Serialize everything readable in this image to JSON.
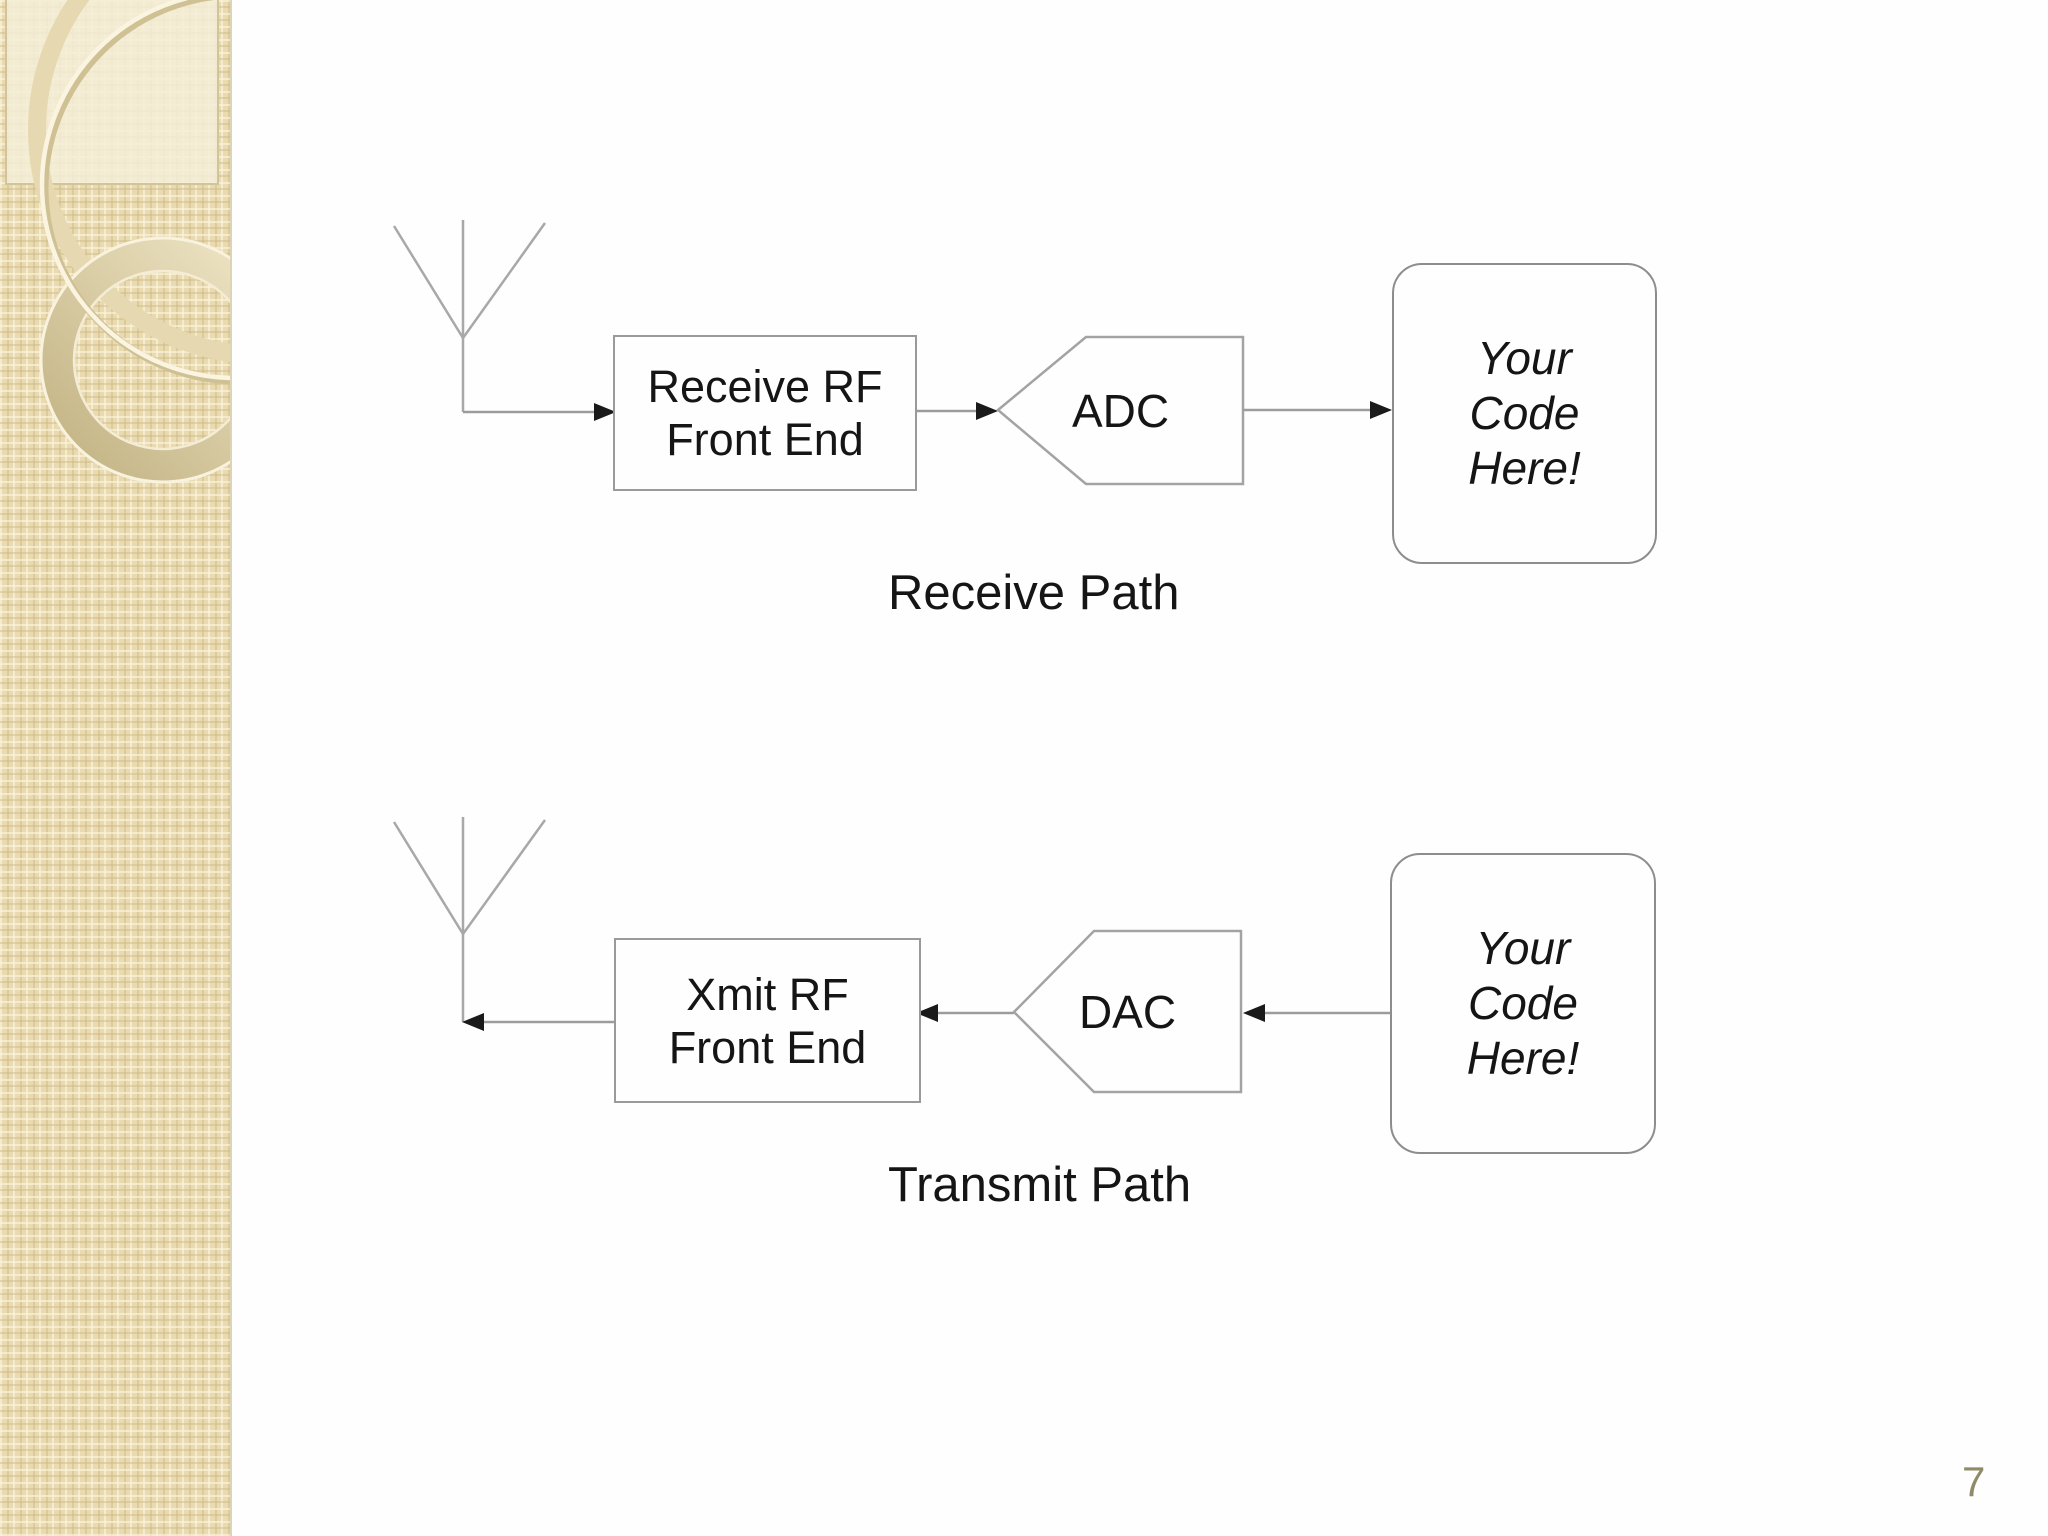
{
  "slide": {
    "page_number": "7",
    "receive_path": {
      "front_end_label": "Receive RF\nFront End",
      "converter_label": "ADC",
      "code_label": "Your\nCode\nHere!",
      "caption": "Receive Path"
    },
    "transmit_path": {
      "front_end_label": "Xmit RF\nFront End",
      "converter_label": "DAC",
      "code_label": "Your\nCode\nHere!",
      "caption": "Transmit Path"
    },
    "colors": {
      "sidebar_base": "#e9dab0",
      "sidebar_highlight": "#faf4e1",
      "line_gray": "#9c9c9c",
      "text_black": "#151515",
      "page_number_color": "#8f8a68"
    }
  }
}
